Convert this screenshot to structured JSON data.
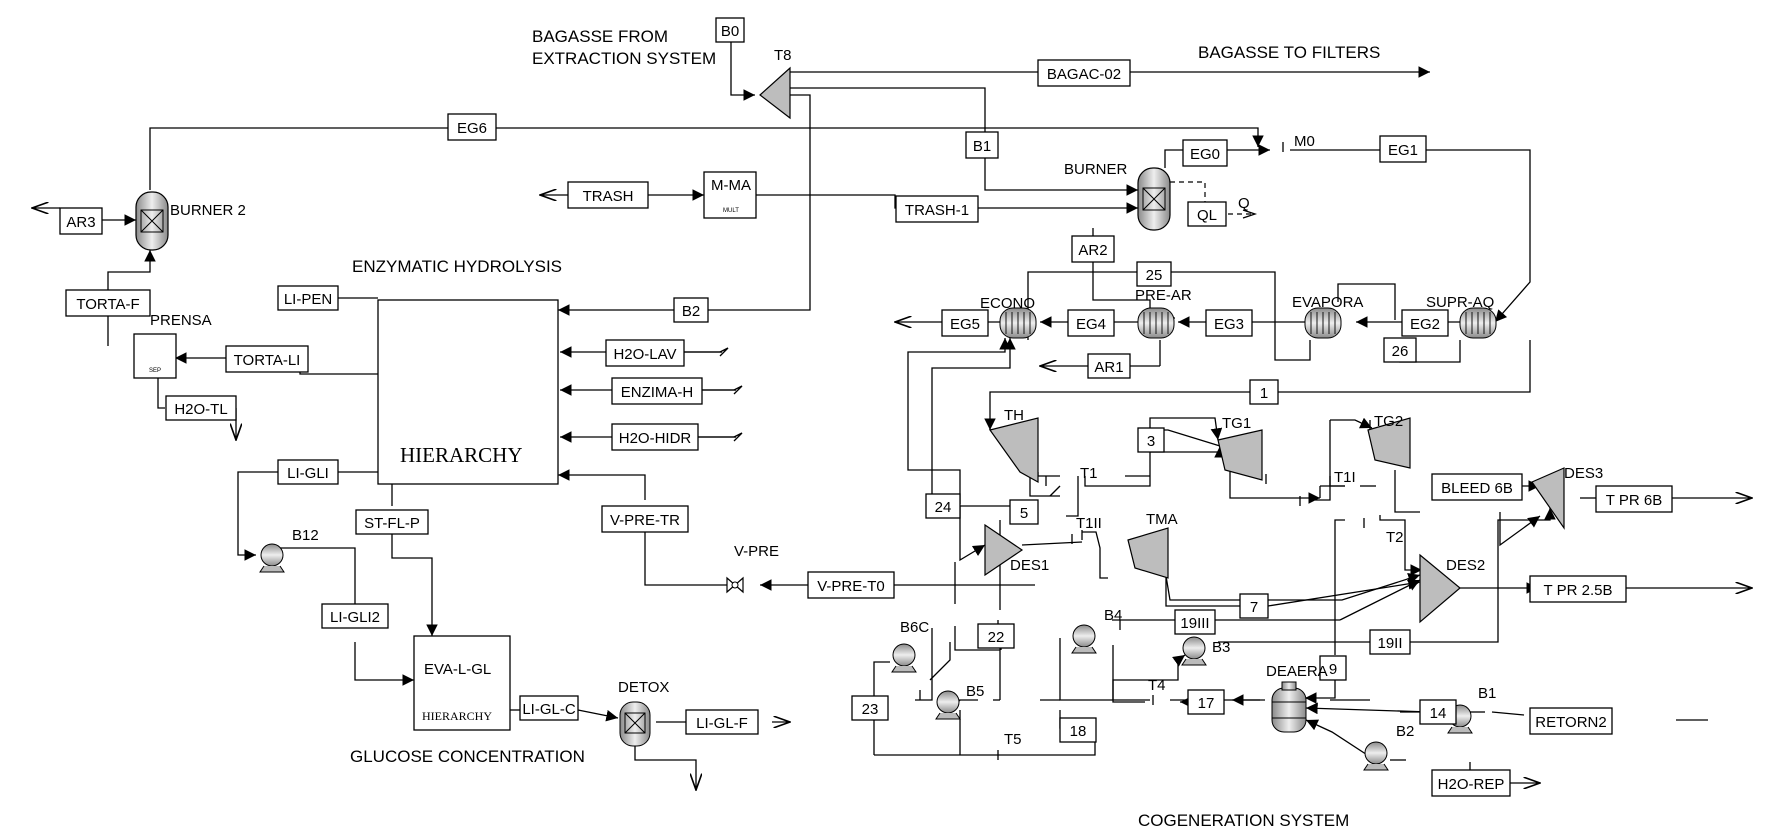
{
  "sections": {
    "bagasse_from": [
      "BAGASSE FROM",
      "EXTRACTION SYSTEM"
    ],
    "bagasse_to_filters": "BAGASSE TO FILTERS",
    "enzymatic_hydrolysis": "ENZYMATIC HYDROLYSIS",
    "glucose_concentration": "GLUCOSE CONCENTRATION",
    "cogeneration_system": "COGENERATION SYSTEM"
  },
  "blocks": {
    "hierarchy_main": "HIERARCHY",
    "eva_l_gl": "EVA-L-GL",
    "eva_hierarchy": "HIERARCHY",
    "m_ma": "M-MA",
    "m_ma_sub": "MULT",
    "prensa_sub": "SEP"
  },
  "equipment": {
    "t8": "T8",
    "burner2": "BURNER 2",
    "burner": "BURNER",
    "m0": "M0",
    "prensa": "PRENSA",
    "econo": "ECONO",
    "pre_ar": "PRE-AR",
    "evapora": "EVAPORA",
    "supr_aq": "SUPR-AQ",
    "th": "TH",
    "t1": "T1",
    "tg1": "TG1",
    "tg2": "TG2",
    "t1ii": "T1I",
    "t2": "T2",
    "des3": "DES3",
    "des2": "DES2",
    "des1": "DES1",
    "t1iii": "T1II",
    "tma": "TMA",
    "v_pre": "V-PRE",
    "b12": "B12",
    "detox": "DETOX",
    "b6c": "B6C",
    "b5": "B5",
    "b4": "B4",
    "b3": "B3",
    "deaera": "DEAERA",
    "t4": "T4",
    "t5": "T5",
    "b1": "B1",
    "b2": "B2",
    "q": "Q"
  },
  "streams": {
    "b0": "B0",
    "bagac02": "BAGAC-02",
    "eg6": "EG6",
    "b1": "B1",
    "eg0": "EG0",
    "eg1": "EG1",
    "trash": "TRASH",
    "trash1": "TRASH-1",
    "ql": "QL",
    "ar3": "AR3",
    "ar2": "AR2",
    "s25": "25",
    "torta_f": "TORTA-F",
    "li_pen": "LI-PEN",
    "b2": "B2",
    "eg5": "EG5",
    "eg4": "EG4",
    "eg3": "EG3",
    "eg2": "EG2",
    "s26": "26",
    "torta_li": "TORTA-LI",
    "h2o_lav": "H2O-LAV",
    "ar1": "AR1",
    "enzima_h": "ENZIMA-H",
    "h2o_tl": "H2O-TL",
    "s1": "1",
    "h2o_hidr": "H2O-HIDR",
    "s3": "3",
    "li_gli": "LI-GLI",
    "bleed6b": "BLEED 6B",
    "tpr6b": "T PR 6B",
    "s24": "24",
    "s5": "5",
    "st_fl_p": "ST-FL-P",
    "v_pre_tr": "V-PRE-TR",
    "v_pre_t0": "V-PRE-T0",
    "s7": "7",
    "tpr25b": "T PR 2.5B",
    "li_gli2": "LI-GLI2",
    "s22": "22",
    "s19iii": "19III",
    "s19ii": "19II",
    "s9": "9",
    "li_gl_c": "LI-GL-C",
    "li_gl_f": "LI-GL-F",
    "s23": "23",
    "s17": "17",
    "s14": "14",
    "retorn2": "RETORN2",
    "s18": "18",
    "h2o_rep": "H2O-REP"
  },
  "colors": {
    "line": "#000000",
    "equipment_fill": "#bdbdbd",
    "background": "#ffffff"
  }
}
